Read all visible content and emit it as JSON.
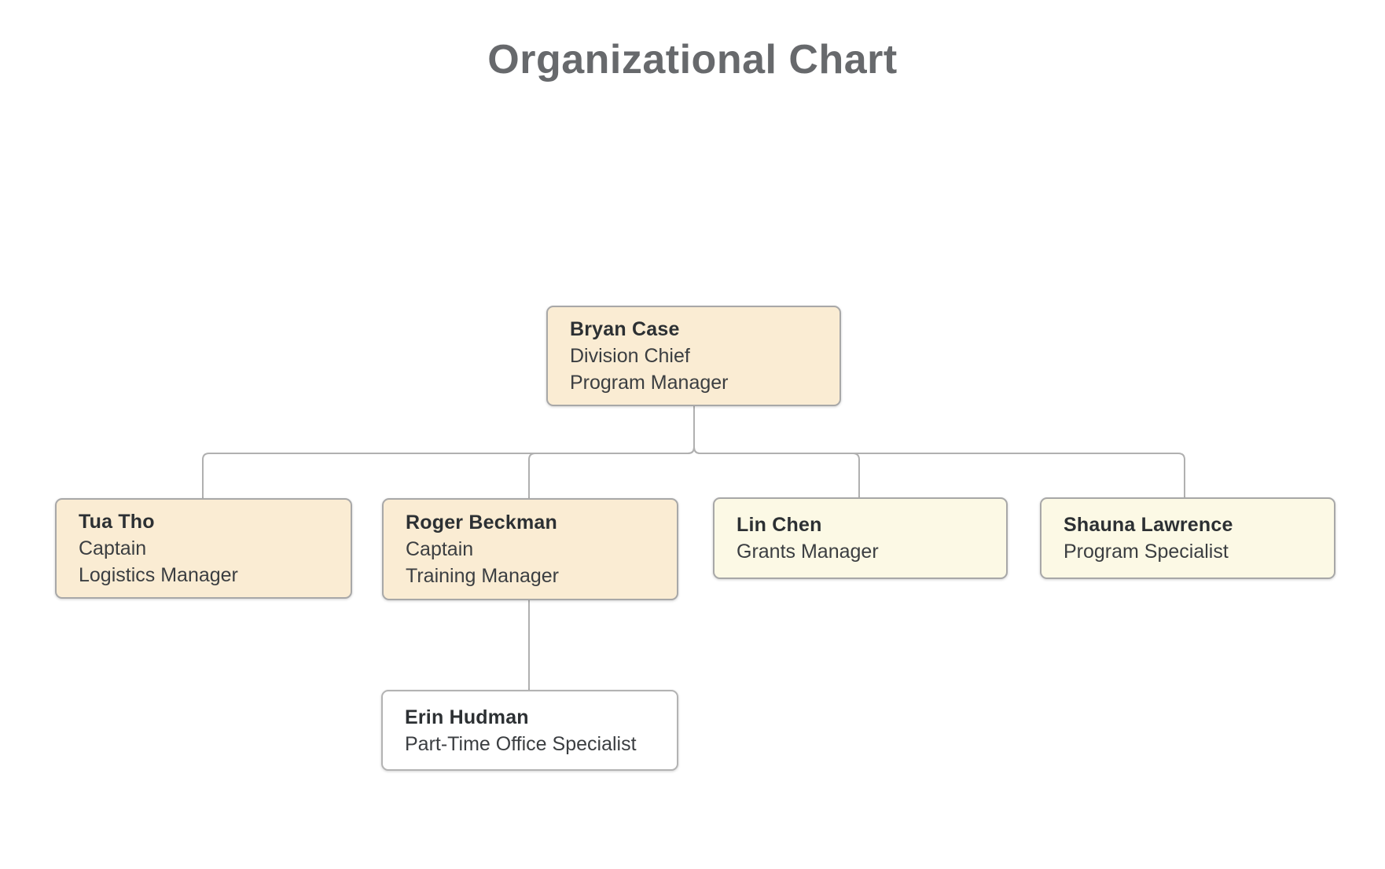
{
  "title": "Organizational Chart",
  "colors": {
    "title_text": "#67696c",
    "name_text": "#2c3033",
    "role_text": "#3b3e41",
    "connector_line": "#b0b0b0",
    "node_border": "#a8a8a8",
    "fill_manager_boxes": "#faecd3",
    "fill_staff_boxes": "#fcf9e5",
    "fill_parttime_box": "#ffffff"
  },
  "nodes": {
    "bryan": {
      "name": "Bryan Case",
      "roles": [
        "Division Chief",
        "Program Manager"
      ]
    },
    "tua": {
      "name": "Tua Tho",
      "roles": [
        "Captain",
        "Logistics Manager"
      ]
    },
    "roger": {
      "name": "Roger Beckman",
      "roles": [
        "Captain",
        "Training Manager"
      ]
    },
    "lin": {
      "name": "Lin Chen",
      "roles": [
        "Grants Manager"
      ]
    },
    "shauna": {
      "name": "Shauna Lawrence",
      "roles": [
        "Program Specialist"
      ]
    },
    "erin": {
      "name": "Erin Hudman",
      "roles": [
        "Part-Time Office Specialist"
      ]
    }
  },
  "hierarchy": [
    {
      "manager": "Bryan Case",
      "report": "Tua Tho"
    },
    {
      "manager": "Bryan Case",
      "report": "Roger Beckman"
    },
    {
      "manager": "Bryan Case",
      "report": "Lin Chen"
    },
    {
      "manager": "Bryan Case",
      "report": "Shauna Lawrence"
    },
    {
      "manager": "Roger Beckman",
      "report": "Erin Hudman"
    }
  ]
}
